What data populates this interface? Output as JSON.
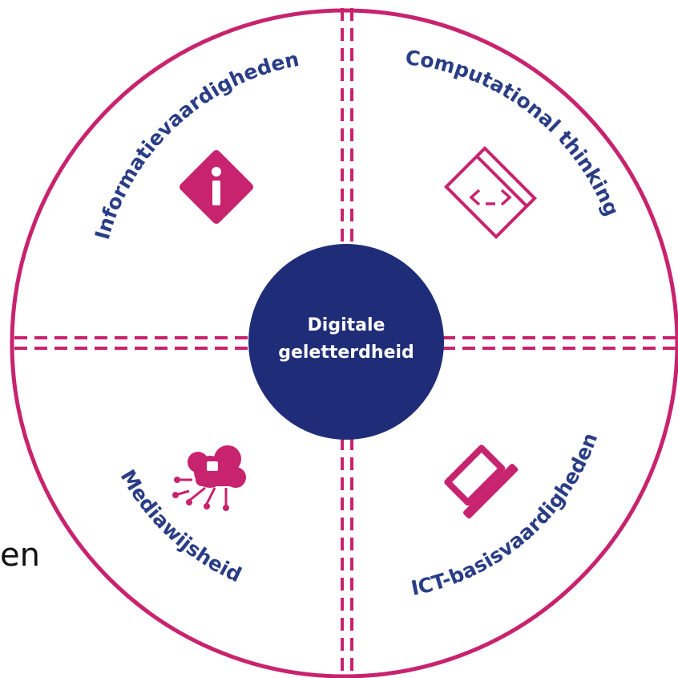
{
  "center": {
    "line1": "Digitale",
    "line2": "geletterdheid"
  },
  "quadrants": {
    "top_left": {
      "label": "Informatievaardigheden",
      "icon": "info-icon"
    },
    "top_right": {
      "label": "Computational thinking",
      "icon": "code-window-icon"
    },
    "bottom_left": {
      "label": "Mediawijsheid",
      "icon": "media-cloud-icon"
    },
    "bottom_right": {
      "label": "ICT-basisvaardigheden",
      "icon": "laptop-icon"
    }
  },
  "side_text": "en",
  "colors": {
    "magenta": "#c8236e",
    "navy": "#1f2d78",
    "label_blue": "#2a3d86"
  }
}
